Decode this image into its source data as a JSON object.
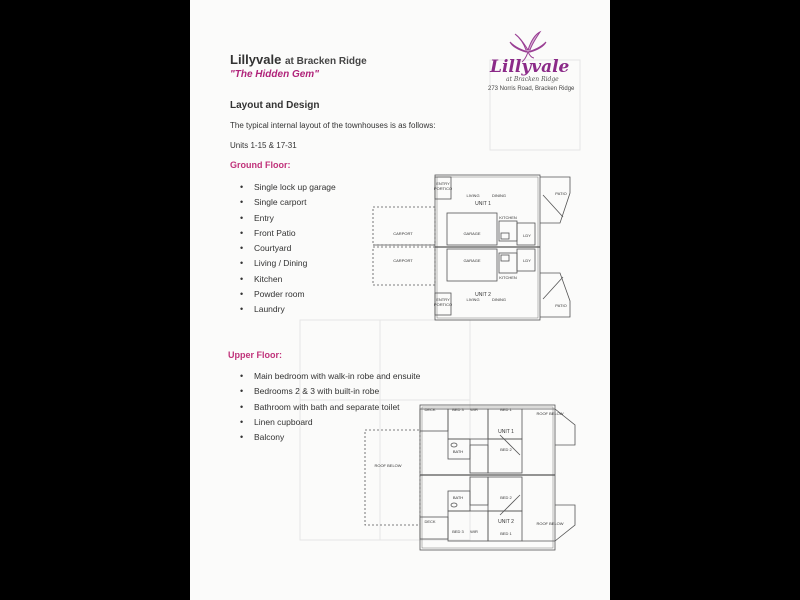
{
  "header": {
    "title": "Lillyvale",
    "title_suffix": "at Bracken Ridge",
    "tagline": "\"The Hidden Gem\""
  },
  "logo": {
    "name": "Lillyvale",
    "subtitle": "at Bracken Ridge",
    "address": "273 Norris Road, Bracken Ridge"
  },
  "content": {
    "heading": "Layout and Design",
    "intro": "The typical internal layout of the townhouses is as follows:",
    "units": "Units 1-15 & 17-31"
  },
  "ground_floor": {
    "heading": "Ground Floor:",
    "items": [
      "Single lock up garage",
      "Single carport",
      "Entry",
      "Front Patio",
      "Courtyard",
      "Living / Dining",
      "Kitchen",
      "Powder room",
      "Laundry"
    ]
  },
  "upper_floor": {
    "heading": "Upper Floor:",
    "items": [
      "Main bedroom with walk-in robe and ensuite",
      "Bedrooms 2 & 3 with built-in robe",
      "Bathroom with bath and separate toilet",
      "Linen cupboard",
      "Balcony"
    ]
  },
  "ground_plan": {
    "entry": "ENTRY",
    "portico": "PORTICO",
    "living": "LIVING",
    "dining": "DINING",
    "patio": "PATIO",
    "unit1": "UNIT 1",
    "unit2": "UNIT 2",
    "kitchen": "KITCHEN",
    "carport": "CARPORT",
    "garage": "GARAGE",
    "ldy": "LDY"
  },
  "upper_plan": {
    "deck": "DECK",
    "bed1": "BED 1",
    "bed2": "BED 2",
    "bed3": "BED 3",
    "wir": "WIR",
    "bath": "BATH",
    "roof_below": "ROOF BELOW",
    "unit1": "UNIT 1",
    "unit2": "UNIT 2"
  },
  "colors": {
    "accent_pink": "#c0327a",
    "logo_purple": "#8b2a88",
    "page_bg": "#fbfbfa",
    "frame_bg": "#000000"
  }
}
